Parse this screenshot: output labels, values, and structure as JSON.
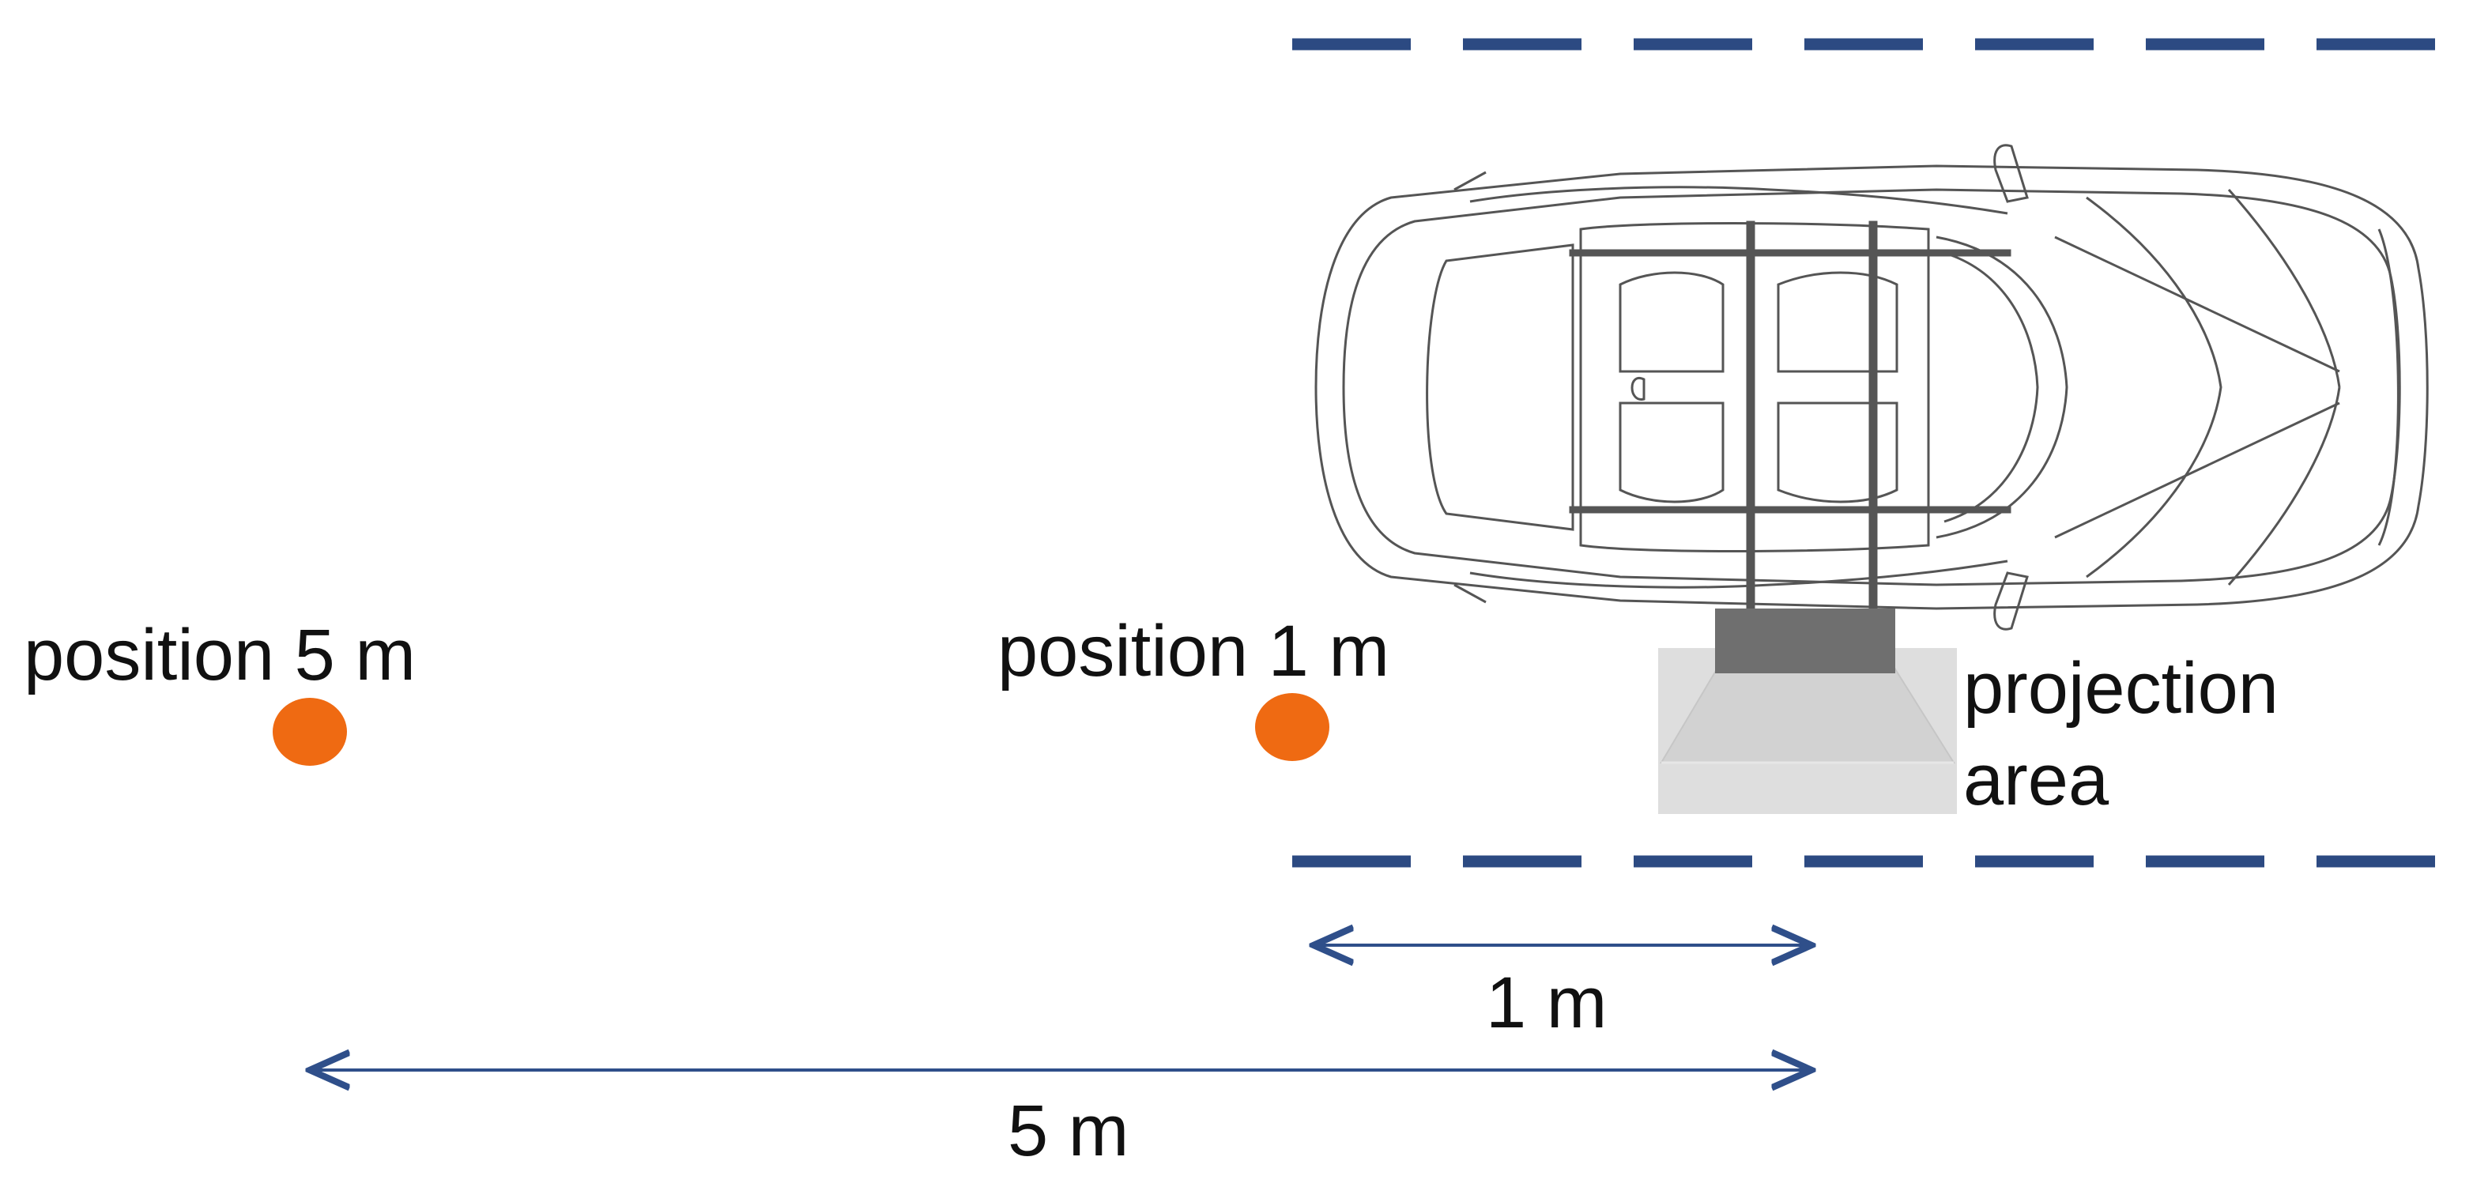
{
  "labels": {
    "position_5m": "position 5 m",
    "position_1m": "position 1 m",
    "projection_line1": "projection",
    "projection_line2": "area",
    "dim_1m": "1 m",
    "dim_5m": "5 m"
  },
  "colors": {
    "lane_marking": "#2c4a82",
    "marker": "#ef6a12",
    "dimension_line": "#2f4f8a",
    "projector": "#6f6f6f",
    "projection_area": "#dedede",
    "car_outline": "#555555",
    "roof_rack": "#555555"
  },
  "icons": {
    "car": "car-top-view-icon",
    "marker": "position-marker-icon",
    "projector": "projector-icon"
  }
}
